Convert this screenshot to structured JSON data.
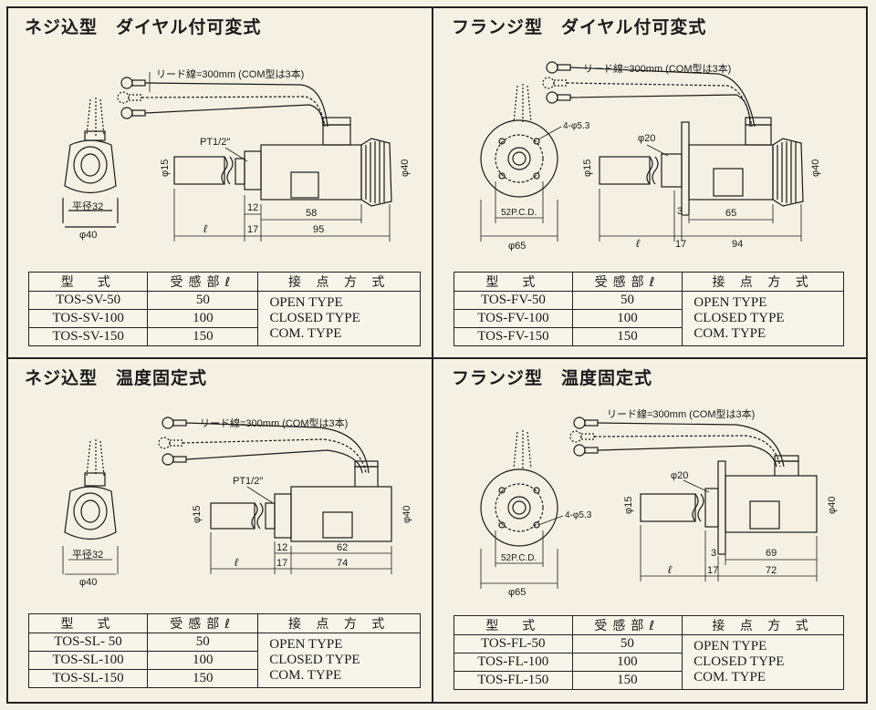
{
  "panels": [
    {
      "id": "sv",
      "title": "ネジ込型　ダイヤル付可変式",
      "lead_label": "リード線=300mm (COM型は3本)",
      "thread_label": "PT1/2″",
      "dims": {
        "dia15": "φ15",
        "dia40": "φ40",
        "across": "平径32",
        "dia40b": "φ40",
        "d12": "12",
        "d17": "17",
        "d58": "58",
        "d95": "95",
        "l": "ℓ"
      },
      "table": {
        "headers": [
          "型　式",
          "受感部ℓ",
          "接 点 方 式"
        ],
        "rows": [
          [
            "TOS-SV-50",
            "50"
          ],
          [
            "TOS-SV-100",
            "100"
          ],
          [
            "TOS-SV-150",
            "150"
          ]
        ],
        "contact_types": [
          "OPEN TYPE",
          "CLOSED TYPE",
          "COM. TYPE"
        ]
      }
    },
    {
      "id": "fv",
      "title": "フランジ型　ダイヤル付可変式",
      "lead_label": "リード線=300mm (COM型は3本)",
      "dims": {
        "holes": "4-φ5.3",
        "pcd": "52P.C.D.",
        "dia65": "φ65",
        "dia20": "φ20",
        "dia15": "φ15",
        "dia40": "φ40",
        "d3": "3",
        "d17": "17",
        "d65": "65",
        "d94": "94",
        "l": "ℓ"
      },
      "table": {
        "headers": [
          "型　式",
          "受感部ℓ",
          "接 点 方 式"
        ],
        "rows": [
          [
            "TOS-FV-50",
            "50"
          ],
          [
            "TOS-FV-100",
            "100"
          ],
          [
            "TOS-FV-150",
            "150"
          ]
        ],
        "contact_types": [
          "OPEN TYPE",
          "CLOSED TYPE",
          "COM. TYPE"
        ]
      }
    },
    {
      "id": "sl",
      "title": "ネジ込型　温度固定式",
      "lead_label": "リード線=300mm (COM型は3本)",
      "thread_label": "PT1/2″",
      "dims": {
        "dia15": "φ15",
        "dia40": "φ40",
        "across": "平径32",
        "dia40b": "φ40",
        "d12": "12",
        "d17": "17",
        "d62": "62",
        "d74": "74",
        "l": "ℓ"
      },
      "table": {
        "headers": [
          "型　式",
          "受感部ℓ",
          "接 点 方 式"
        ],
        "rows": [
          [
            "TOS-SL- 50",
            "50"
          ],
          [
            "TOS-SL-100",
            "100"
          ],
          [
            "TOS-SL-150",
            "150"
          ]
        ],
        "contact_types": [
          "OPEN TYPE",
          "CLOSED TYPE",
          "COM. TYPE"
        ]
      }
    },
    {
      "id": "fl",
      "title": "フランジ型　温度固定式",
      "lead_label": "リード線=300mm (COM型は3本)",
      "dims": {
        "holes": "4-φ5.3",
        "pcd": "52P.C.D.",
        "dia65": "φ65",
        "dia20": "φ20",
        "dia15": "φ15",
        "dia40": "φ40",
        "d3": "3",
        "d17": "17",
        "d69": "69",
        "d72": "72",
        "l": "ℓ"
      },
      "table": {
        "headers": [
          "型　式",
          "受感部ℓ",
          "接 点 方 式"
        ],
        "rows": [
          [
            "TOS-FL-50",
            "50"
          ],
          [
            "TOS-FL-100",
            "100"
          ],
          [
            "TOS-FL-150",
            "150"
          ]
        ],
        "contact_types": [
          "OPEN TYPE",
          "CLOSED TYPE",
          "COM. TYPE"
        ]
      }
    }
  ]
}
